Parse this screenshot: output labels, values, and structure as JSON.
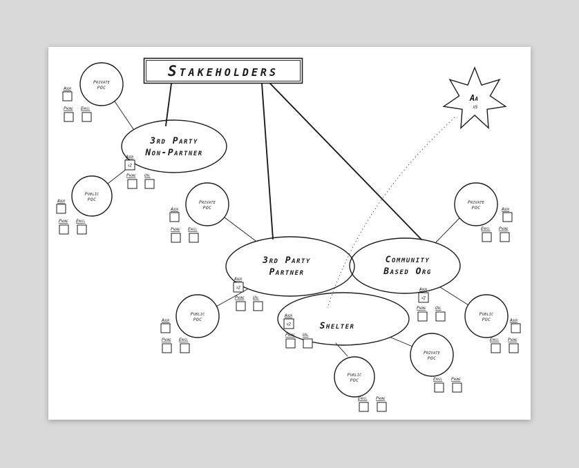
{
  "colors": {
    "background": "#d9d9d9",
    "paper": "#ffffff",
    "ink": "#1b1b1b"
  },
  "title": {
    "label": "Stakeholders"
  },
  "star": {
    "label": "Aa",
    "count": "x5"
  },
  "groups": {
    "non_partner": {
      "line1": "3rd Party",
      "line2": "Non-Partner"
    },
    "partner": {
      "line1": "3rd Party",
      "line2": "Partner"
    },
    "community": {
      "line1": "Community",
      "line2": "Based Org"
    },
    "shelter": {
      "line1": "Shelter"
    }
  },
  "poc": {
    "private": {
      "line1": "Private",
      "line2": "POC"
    },
    "public": {
      "line1": "Public",
      "line2": "POC"
    }
  },
  "fields": {
    "addr": "Addr",
    "phone": "Phone",
    "email": "Email",
    "url": "Url",
    "x2": "x2"
  }
}
